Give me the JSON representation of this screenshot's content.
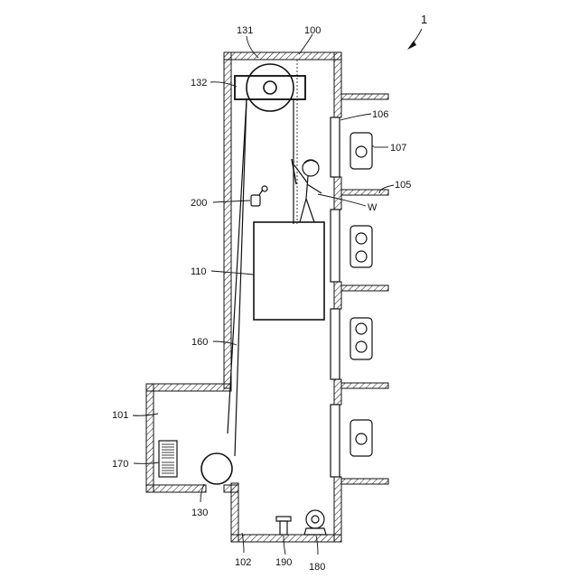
{
  "figure_number": "1",
  "labels": {
    "hoistway": "100",
    "machine_room": "101",
    "pit": "102",
    "door_upper": "105",
    "door_106": "106",
    "hall_button_107": "107",
    "car": "110",
    "sheave": "131",
    "sheave_frame": "132",
    "motor": "130",
    "rope": "160",
    "controller": "170",
    "pump": "180",
    "buffer": "190",
    "sensor": "200",
    "worker": "W"
  }
}
